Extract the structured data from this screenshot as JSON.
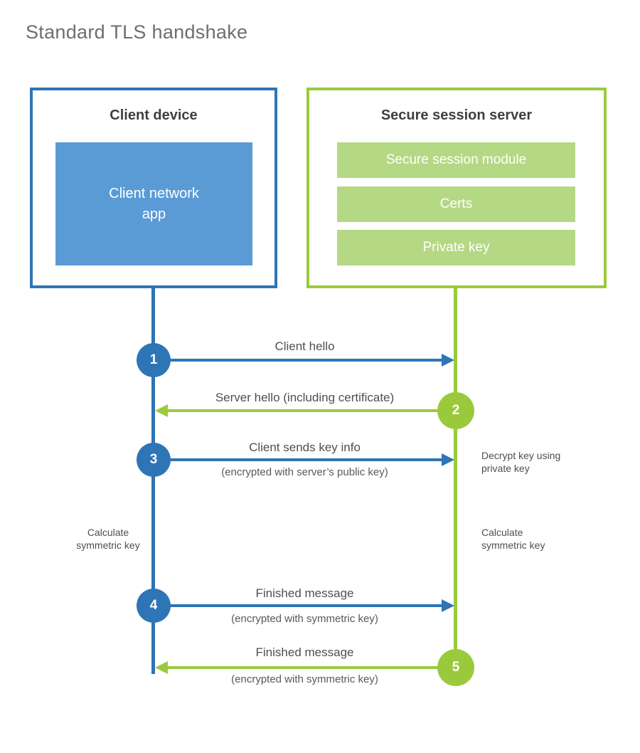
{
  "title": "Standard TLS handshake",
  "colors": {
    "blue": "#2e75b6",
    "blue_light": "#5b9bd5",
    "green": "#9aca3c",
    "green_light": "#b5d884",
    "heading_text": "#3f3f3f",
    "label_text": "#4f4f4f",
    "title_text": "#6e6e6e"
  },
  "client": {
    "title": "Client device",
    "app_label": "Client network app"
  },
  "server": {
    "title": "Secure session server",
    "modules": [
      "Secure session module",
      "Certs",
      "Private key"
    ]
  },
  "messages": [
    {
      "step": "1",
      "from": "client",
      "to": "server",
      "label": "Client hello",
      "sub": ""
    },
    {
      "step": "2",
      "from": "server",
      "to": "client",
      "label": "Server hello (including certificate)",
      "sub": ""
    },
    {
      "step": "3",
      "from": "client",
      "to": "server",
      "label": "Client sends key info",
      "sub": "(encrypted with server’s public key)"
    },
    {
      "step": "4",
      "from": "client",
      "to": "server",
      "label": "Finished message",
      "sub": "(encrypted with symmetric key)"
    },
    {
      "step": "5",
      "from": "server",
      "to": "client",
      "label": "Finished message",
      "sub": "(encrypted with symmetric key)"
    }
  ],
  "notes": {
    "decrypt": {
      "line1": "Decrypt key using",
      "line2": "private key"
    },
    "calc_left": {
      "line1": "Calculate",
      "line2": "symmetric key"
    },
    "calc_right": {
      "line1": "Calculate",
      "line2": "symmetric key"
    }
  }
}
